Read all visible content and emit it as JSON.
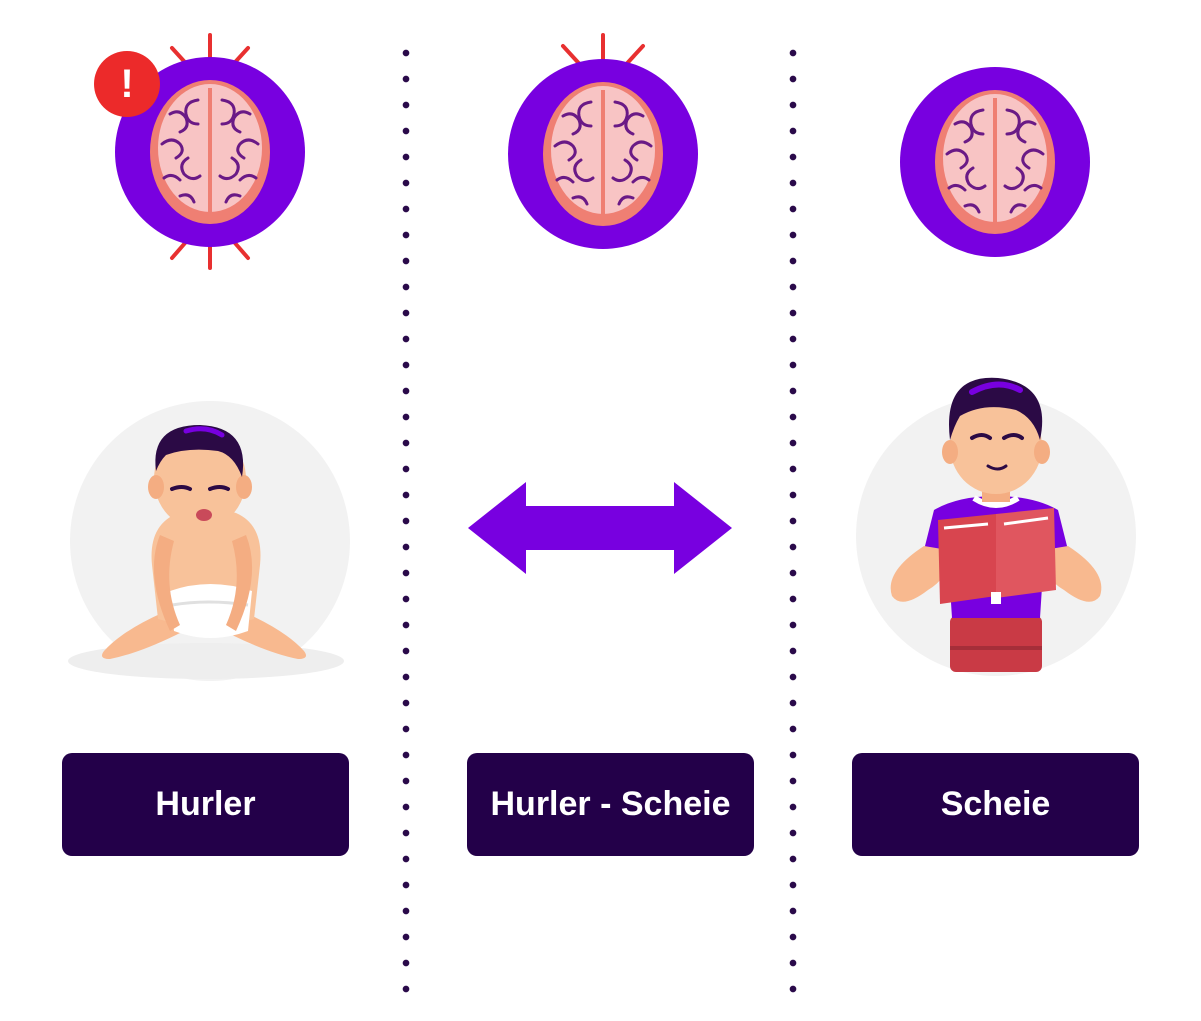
{
  "labels": {
    "hurler": "Hurler",
    "hurler_scheie": "Hurler - Scheie",
    "scheie": "Scheie"
  },
  "alert": {
    "symbol": "!"
  },
  "colors": {
    "brain_circle": "#7800e0",
    "arrow": "#7800e0",
    "label_bg": "#230049",
    "pain_rays": "#e83030",
    "alert_badge": "#ec2a2a"
  }
}
